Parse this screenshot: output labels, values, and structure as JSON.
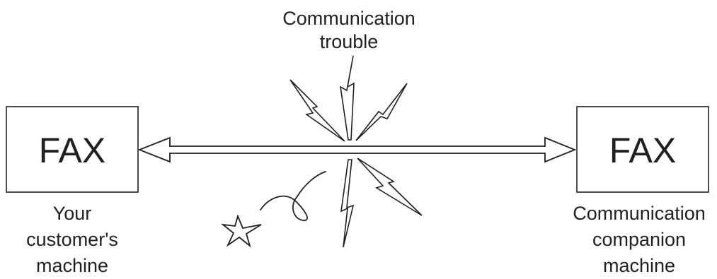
{
  "trouble_label": [
    "Communication",
    "trouble"
  ],
  "left_fax": {
    "box_text": "FAX",
    "caption": [
      "Your",
      "customer's",
      "machine"
    ]
  },
  "right_fax": {
    "box_text": "FAX",
    "caption": [
      "Communication",
      "companion",
      "machine"
    ]
  },
  "icons": [
    "lightning-bolt-icon",
    "star-icon",
    "swirl-trail-icon",
    "double-arrow-icon"
  ]
}
